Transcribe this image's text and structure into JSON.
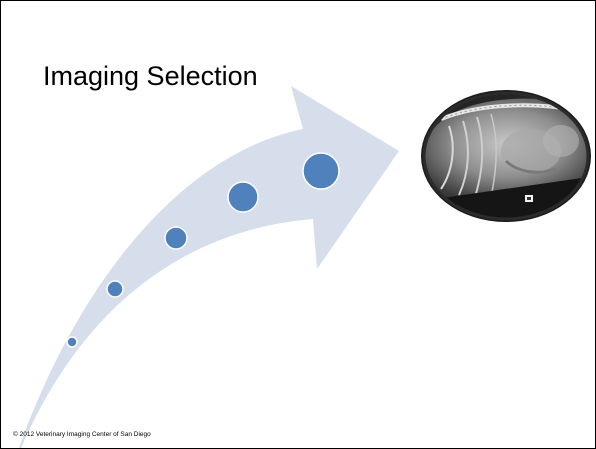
{
  "slide": {
    "title": "Imaging Selection",
    "footer": "© 2012 Veterinary Imaging Center of San Diego",
    "colors": {
      "arrow": "#d6deeb",
      "dots": "#4f81bd",
      "dot_outline": "#ffffff",
      "border": "#000000"
    },
    "icons": {
      "arrow": "curved-arrow-icon",
      "xray": "radiograph-image"
    }
  }
}
